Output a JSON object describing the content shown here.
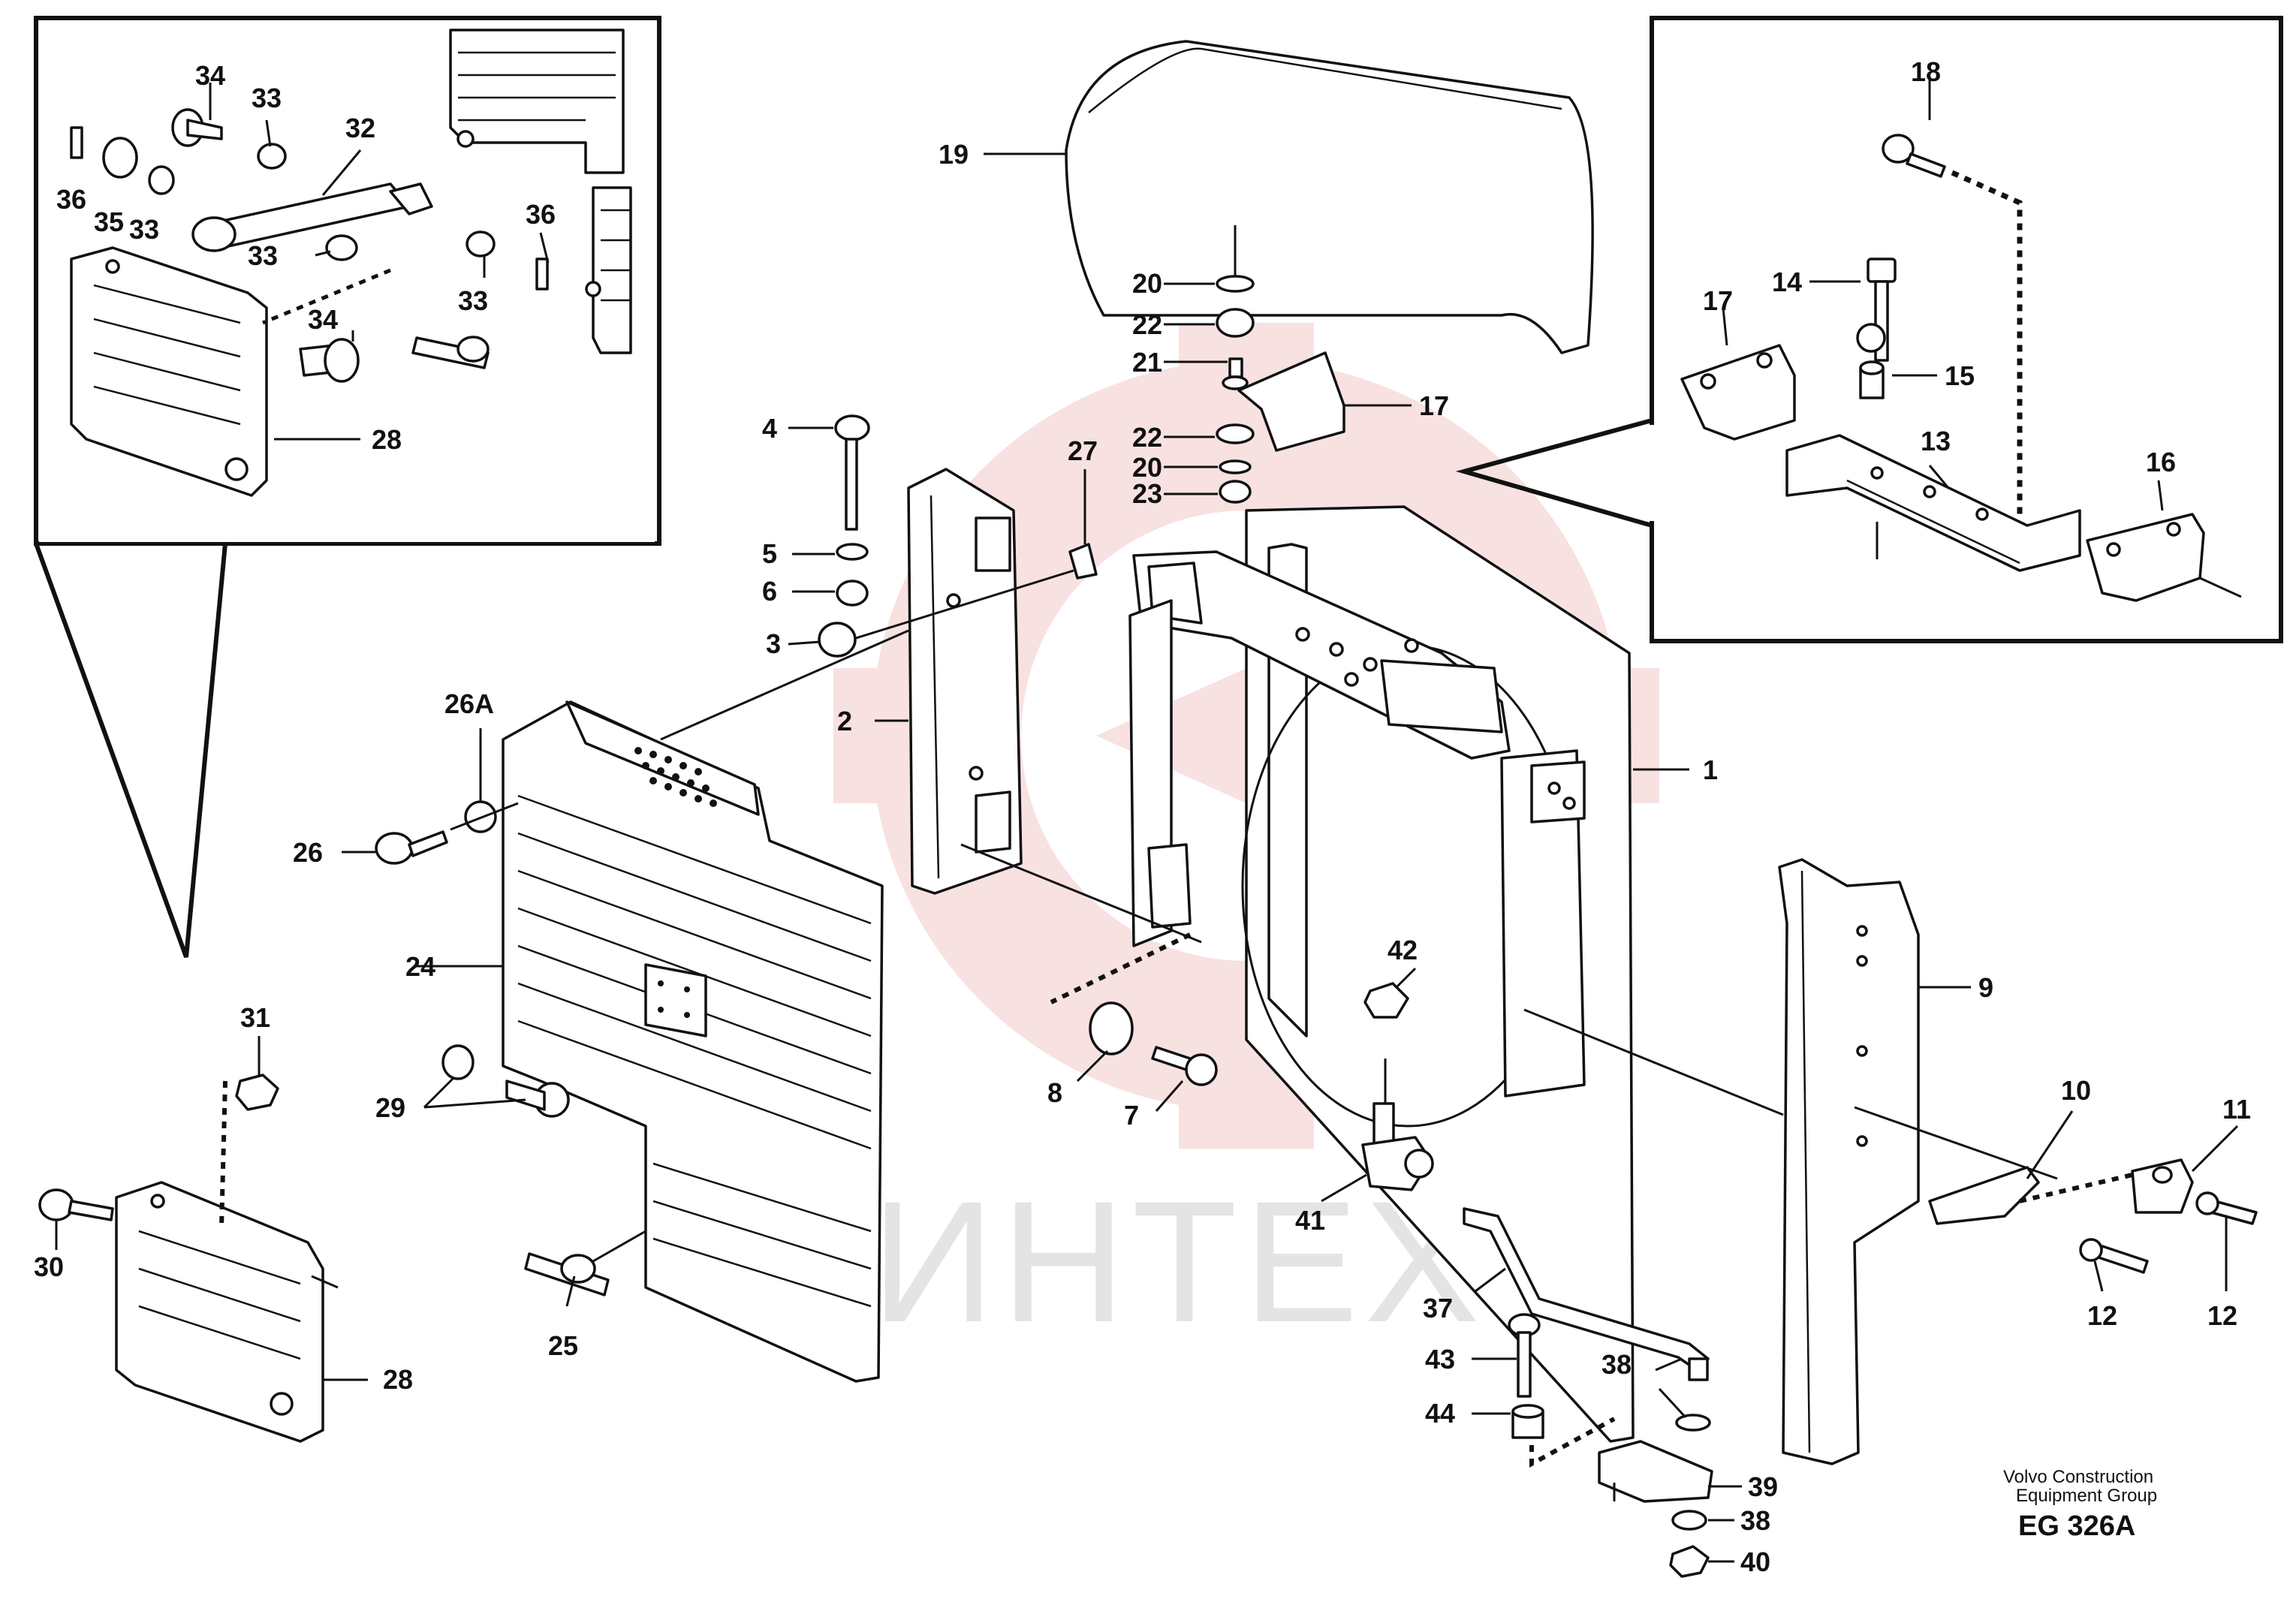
{
  "watermark": {
    "text": "ИНТЕХ",
    "color": "#f3c9c9"
  },
  "footer": {
    "company_line1": "Volvo Construction",
    "company_line2": "Equipment Group",
    "code": "EG 326A"
  },
  "part_labels": [
    {
      "id": "1",
      "text": "1"
    },
    {
      "id": "2",
      "text": "2"
    },
    {
      "id": "3",
      "text": "3"
    },
    {
      "id": "4",
      "text": "4"
    },
    {
      "id": "5",
      "text": "5"
    },
    {
      "id": "6",
      "text": "6"
    },
    {
      "id": "7",
      "text": "7"
    },
    {
      "id": "8",
      "text": "8"
    },
    {
      "id": "9",
      "text": "9"
    },
    {
      "id": "10",
      "text": "10"
    },
    {
      "id": "11",
      "text": "11"
    },
    {
      "id": "12a",
      "text": "12"
    },
    {
      "id": "12b",
      "text": "12"
    },
    {
      "id": "13",
      "text": "13"
    },
    {
      "id": "14",
      "text": "14"
    },
    {
      "id": "15",
      "text": "15"
    },
    {
      "id": "16",
      "text": "16"
    },
    {
      "id": "17a",
      "text": "17"
    },
    {
      "id": "17b",
      "text": "17"
    },
    {
      "id": "18",
      "text": "18"
    },
    {
      "id": "19",
      "text": "19"
    },
    {
      "id": "20a",
      "text": "20"
    },
    {
      "id": "20b",
      "text": "20"
    },
    {
      "id": "21",
      "text": "21"
    },
    {
      "id": "22a",
      "text": "22"
    },
    {
      "id": "22b",
      "text": "22"
    },
    {
      "id": "23",
      "text": "23"
    },
    {
      "id": "24",
      "text": "24"
    },
    {
      "id": "25",
      "text": "25"
    },
    {
      "id": "26",
      "text": "26"
    },
    {
      "id": "26A",
      "text": "26A"
    },
    {
      "id": "27",
      "text": "27"
    },
    {
      "id": "28a",
      "text": "28"
    },
    {
      "id": "28b",
      "text": "28"
    },
    {
      "id": "29",
      "text": "29"
    },
    {
      "id": "30",
      "text": "30"
    },
    {
      "id": "31",
      "text": "31"
    },
    {
      "id": "32",
      "text": "32"
    },
    {
      "id": "33a",
      "text": "33"
    },
    {
      "id": "33b",
      "text": "33"
    },
    {
      "id": "33c",
      "text": "33"
    },
    {
      "id": "33d",
      "text": "33"
    },
    {
      "id": "34a",
      "text": "34"
    },
    {
      "id": "34b",
      "text": "34"
    },
    {
      "id": "35",
      "text": "35"
    },
    {
      "id": "36a",
      "text": "36"
    },
    {
      "id": "36b",
      "text": "36"
    },
    {
      "id": "37",
      "text": "37"
    },
    {
      "id": "38a",
      "text": "38"
    },
    {
      "id": "38b",
      "text": "38"
    },
    {
      "id": "39",
      "text": "39"
    },
    {
      "id": "40",
      "text": "40"
    },
    {
      "id": "41",
      "text": "41"
    },
    {
      "id": "42",
      "text": "42"
    },
    {
      "id": "43",
      "text": "43"
    },
    {
      "id": "44",
      "text": "44"
    }
  ]
}
